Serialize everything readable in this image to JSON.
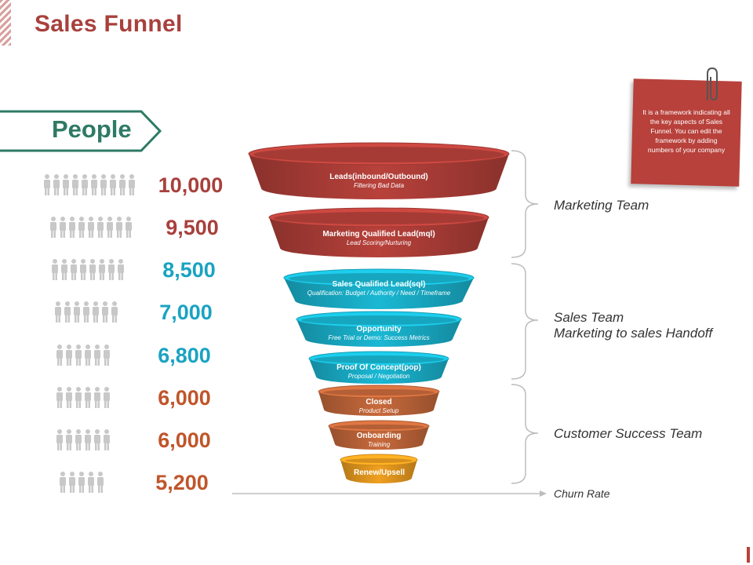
{
  "title": "Sales Funnel",
  "people_tab": {
    "label": "People"
  },
  "people_rows": [
    {
      "count": "10,000",
      "color": "#a8403c",
      "icons": 10
    },
    {
      "count": "9,500",
      "color": "#a8403c",
      "icons": 9
    },
    {
      "count": "8,500",
      "color": "#1aa3c2",
      "icons": 8
    },
    {
      "count": "7,000",
      "color": "#1aa3c2",
      "icons": 7
    },
    {
      "count": "6,800",
      "color": "#1aa3c2",
      "icons": 6
    },
    {
      "count": "6,000",
      "color": "#c0552a",
      "icons": 6
    },
    {
      "count": "6,000",
      "color": "#c0552a",
      "icons": 6
    },
    {
      "count": "5,200",
      "color": "#c0552a",
      "icons": 5
    }
  ],
  "funnel_stages": [
    {
      "name": "Leads(inbound/Outbound)",
      "desc": "Filtering Bad Data",
      "color": "#b8413b"
    },
    {
      "name": "Marketing Qualified Lead(mql)",
      "desc": "Lead Scoring/Nurturing",
      "color": "#b8413b"
    },
    {
      "name": "Sales Qualified Lead(sql)",
      "desc": "Qualification: Budget / Authority / Need / Timeframe",
      "color": "#1ab8d4"
    },
    {
      "name": "Opportunity",
      "desc": "Free Trial or Demo: Success Metrics",
      "color": "#1ab8d4"
    },
    {
      "name": "Proof Of Concept(pop)",
      "desc": "Proposal / Negotiation",
      "color": "#1ab8d4"
    },
    {
      "name": "Closed",
      "desc": "Product Setup",
      "color": "#c86a3c"
    },
    {
      "name": "Onboarding",
      "desc": "Training",
      "color": "#c86a3c"
    },
    {
      "name": "Renew/Upsell",
      "desc": "",
      "color": "#f0a020"
    }
  ],
  "teams": {
    "marketing": "Marketing Team",
    "sales_line1": "Sales Team",
    "sales_line2": "Marketing to sales Handoff",
    "customer_success": "Customer Success Team"
  },
  "churn": "Churn Rate",
  "note": "It is a framework indicating all the key aspects of Sales Funnel. You can edit the framework by adding numbers of your company",
  "colors": {
    "accent": "#a8403c",
    "teal": "#2e7a64",
    "icon_gray": "#c8c8c8"
  }
}
